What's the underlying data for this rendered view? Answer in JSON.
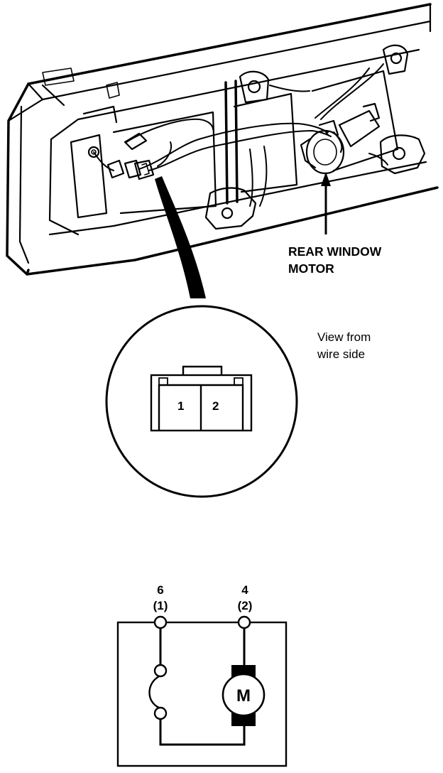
{
  "labels": {
    "motor_line1": "REAR WINDOW",
    "motor_line2": "MOTOR",
    "view_line1": "View from",
    "view_line2": "wire side"
  },
  "connector": {
    "terminals": [
      "1",
      "2"
    ]
  },
  "schematic": {
    "terminal_left_top": "6",
    "terminal_left_bottom": "(1)",
    "terminal_right_top": "4",
    "terminal_right_bottom": "(2)",
    "motor_symbol": "M"
  }
}
